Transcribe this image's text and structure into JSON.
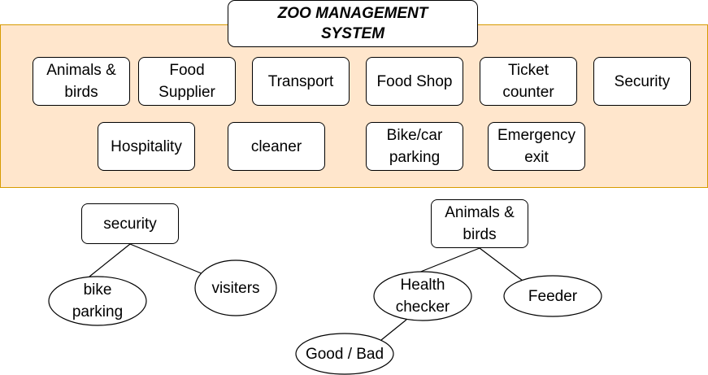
{
  "title": "ZOO MANAGEMENT SYSTEM",
  "modules": {
    "animals_birds": "Animals & birds",
    "food_supplier": "Food Supplier",
    "transport": "Transport",
    "food_shop": "Food Shop",
    "ticket_counter": "Ticket counter",
    "security": "Security",
    "hospitality": "Hospitality",
    "cleaner": "cleaner",
    "bike_car_parking": "Bike/car parking",
    "emergency_exit": "Emergency exit"
  },
  "security_tree": {
    "root": "security",
    "children": [
      "bike parking",
      "visiters"
    ]
  },
  "animals_tree": {
    "root": "Animals & birds",
    "children": [
      "Health checker",
      "Feeder"
    ],
    "grandchild": "Good / Bad"
  }
}
